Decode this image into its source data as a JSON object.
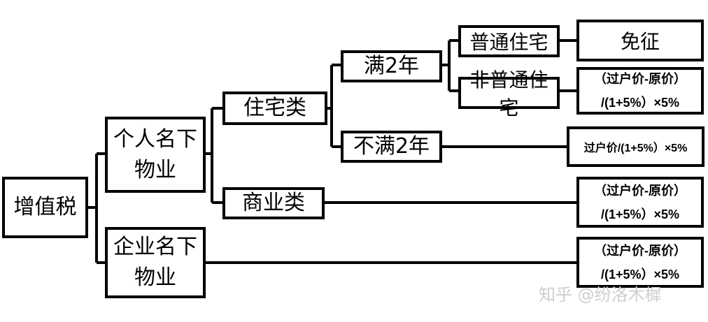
{
  "root": "增值税",
  "personal": [
    "个人名下",
    "物业"
  ],
  "enterprise": [
    "企业名下",
    "物业"
  ],
  "residential": "住宅类",
  "commercial": "商业类",
  "full_two_years": "满2年",
  "not_full_two_years": "不满2年",
  "ordinary_housing": "普通住宅",
  "non_ordinary_housing": "非普通住宅",
  "exempt": "免征",
  "formula_diff": [
    "（过户价-原价）",
    "/(1+5%）×5%"
  ],
  "formula_total": "过户价/(1+5%）×5%",
  "formula_commercial": [
    "（过户价-原价）",
    "/(1+5%）×5%"
  ],
  "formula_enterprise": [
    "（过户价-原价）",
    "/(1+5%）×5%"
  ],
  "watermark": "知乎 @纷洛木樨"
}
